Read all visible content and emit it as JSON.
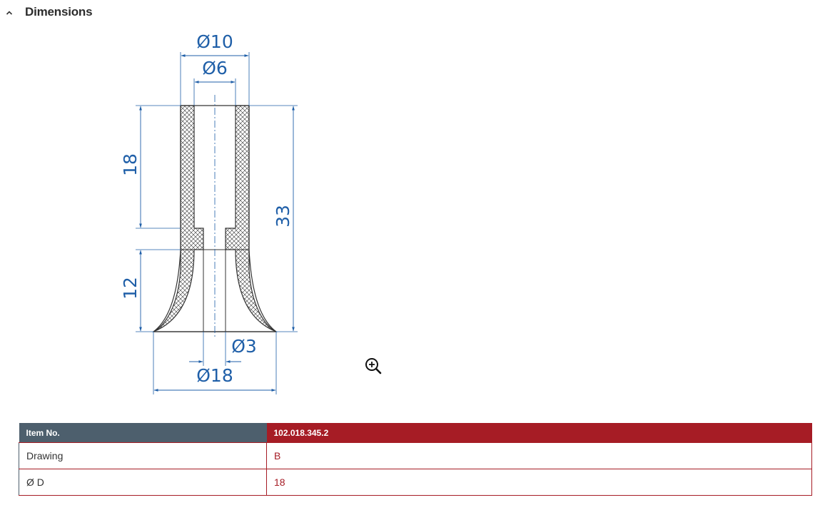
{
  "section": {
    "title": "Dimensions",
    "expanded": true
  },
  "drawing": {
    "dim_outer_top": "Ø10",
    "dim_inner_top": "Ø6",
    "dim_upper_height": "18",
    "dim_lower_height": "12",
    "dim_total_height": "33",
    "dim_bore": "Ø3",
    "dim_lip": "Ø18",
    "line_color": "#1f5fa8"
  },
  "zoom": {
    "icon": "zoom-in-icon"
  },
  "table": {
    "header": {
      "label": "Item No.",
      "value": "102.018.345.2"
    },
    "rows": [
      {
        "label": "Drawing",
        "value": "B"
      },
      {
        "label": "Ø D",
        "value": "18"
      }
    ],
    "colors": {
      "header_label_bg": "#4d5f6d",
      "accent": "#a61c25"
    }
  }
}
